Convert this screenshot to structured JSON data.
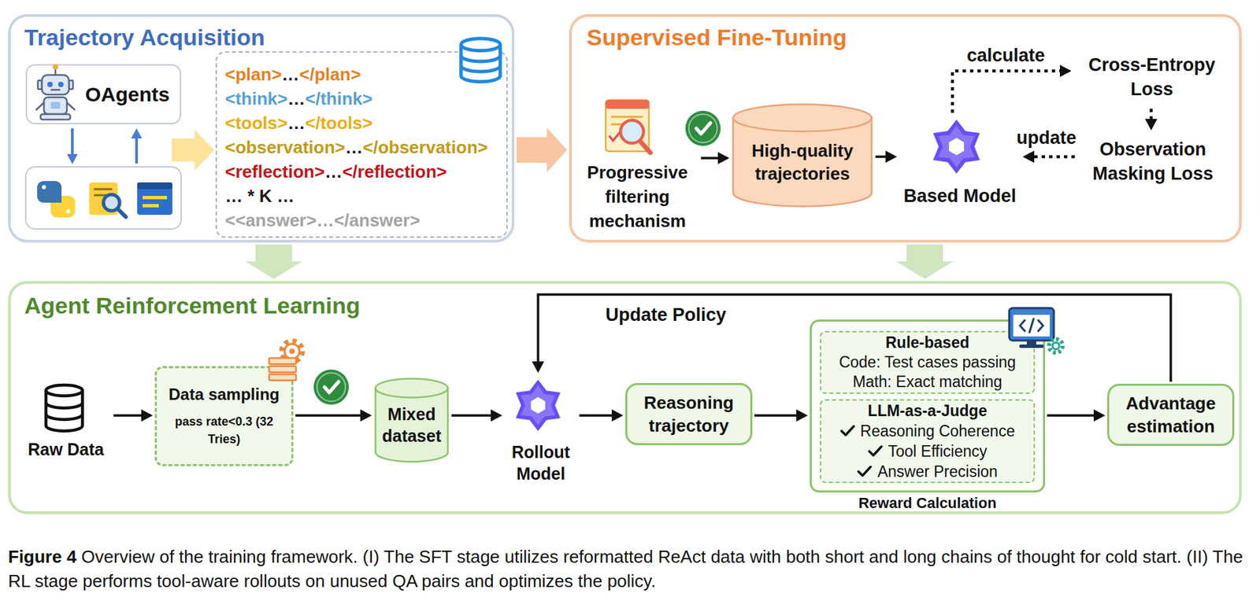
{
  "diagram": {
    "caption": "Figure 4 Overview of the training framework. (I) The SFT stage utilizes reformatted ReAct data with both short and long chains of thought for cold start. (II) The RL stage performs tool-aware rollouts on unused QA pairs and optimizes the policy.",
    "nodes": [
      {
        "text": [
          "Trajectory Acquisition"
        ]
      },
      {
        "text": [
          "OAgents"
        ],
        "in": 0
      },
      {
        "text": [
          "<plan>…</plan>",
          "<think>…</think>",
          "<tools>…</tools>",
          "<observation>…</observation>",
          "<reflection>…</reflection>",
          "… * K …",
          "<<answer>…</answer>"
        ],
        "in": 0
      },
      {
        "text": [
          "Supervised Fine-Tuning"
        ]
      },
      {
        "text": [
          "Progressive filtering mechanism"
        ],
        "in": 3
      },
      {
        "text": [
          "High-quality trajectories"
        ],
        "in": 3
      },
      {
        "text": [
          "Based Model"
        ],
        "in": 3
      },
      {
        "text": [
          "Cross-Entropy Loss"
        ],
        "in": 3
      },
      {
        "text": [
          "Observation Masking Loss"
        ],
        "in": 3
      },
      {
        "text": [
          "Agent Reinforcement Learning"
        ]
      },
      {
        "text": [
          "Raw Data"
        ],
        "in": 9
      },
      {
        "text": [
          "Data sampling",
          "pass rate<0.3 (32 Tries)"
        ],
        "in": 9
      },
      {
        "text": [
          "Mixed dataset"
        ],
        "in": 9
      },
      {
        "text": [
          "Rollout Model"
        ],
        "in": 9
      },
      {
        "text": [
          "Reasoning trajectory"
        ],
        "in": 9
      },
      {
        "text": [
          "Reward Calculation"
        ],
        "in": 9
      },
      {
        "text": [
          "Rule-based",
          "Code: Test cases passing",
          "Math: Exact matching"
        ],
        "in": 15
      },
      {
        "text": [
          "LLM-as-a-Judge",
          "Reasoning Coherence",
          "Tool Efficiency",
          "Answer Precision"
        ],
        "in": 15
      },
      {
        "text": [
          "Advantage estimation"
        ],
        "in": 9
      }
    ],
    "edges": [
      {
        "from": 0,
        "to": 3,
        "arrow": "to"
      },
      {
        "from": 0,
        "to": 9,
        "arrow": "to"
      },
      {
        "from": 3,
        "to": 9,
        "arrow": "to"
      },
      {
        "from": 4,
        "to": 5,
        "arrow": "to"
      },
      {
        "from": 5,
        "to": 6,
        "arrow": "to"
      },
      {
        "from": 6,
        "to": 7,
        "label": "calculate",
        "arrow": "to"
      },
      {
        "from": 7,
        "to": 8,
        "arrow": "to"
      },
      {
        "from": 8,
        "to": 6,
        "label": "update",
        "arrow": "to"
      },
      {
        "from": 10,
        "to": 11,
        "arrow": "to"
      },
      {
        "from": 11,
        "to": 12,
        "arrow": "to"
      },
      {
        "from": 12,
        "to": 13,
        "arrow": "to"
      },
      {
        "from": 13,
        "to": 14,
        "arrow": "to"
      },
      {
        "from": 14,
        "to": 15,
        "arrow": "to"
      },
      {
        "from": 15,
        "to": 18,
        "arrow": "to"
      },
      {
        "from": 18,
        "to": 13,
        "label": "Update Policy",
        "arrow": "to"
      }
    ]
  }
}
